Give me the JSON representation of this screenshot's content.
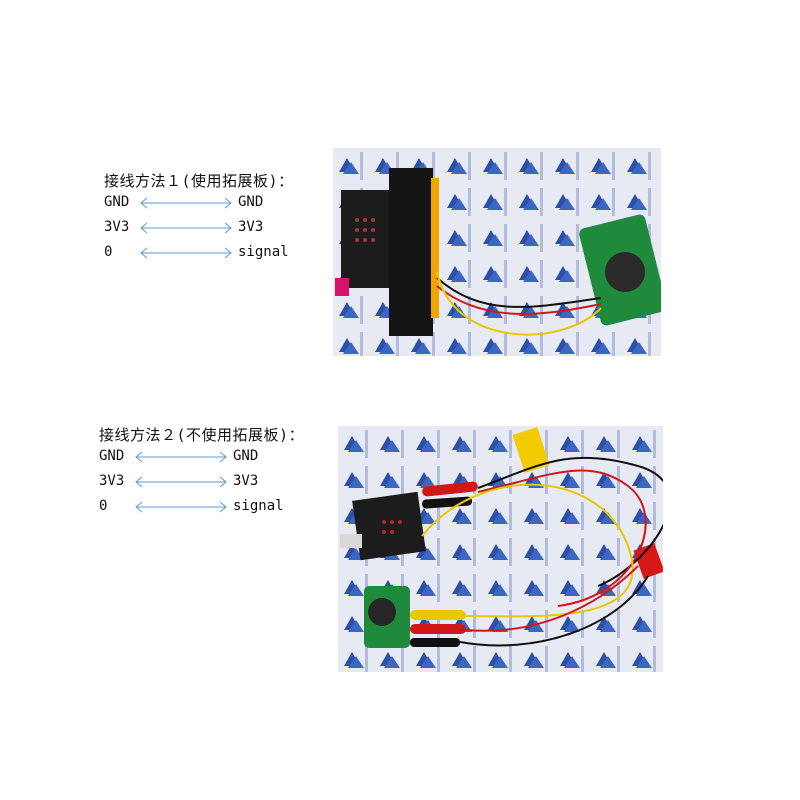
{
  "method1": {
    "heading": "接线方法１(使用拓展板)：",
    "rows": [
      {
        "left": "GND",
        "right": "GND"
      },
      {
        "left": "3V3",
        "right": "3V3"
      },
      {
        "left": "0",
        "right": "signal"
      }
    ]
  },
  "method2": {
    "heading": "接线方法２(不使用拓展板)：",
    "rows": [
      {
        "left": "GND",
        "right": "GND"
      },
      {
        "left": "3V3",
        "right": "3V3"
      },
      {
        "left": "0",
        "right": "signal"
      }
    ]
  },
  "colors": {
    "arrow": "#5b9bd5",
    "wire_red": "#d01818",
    "wire_black": "#111111",
    "wire_yellow": "#e8c800",
    "board_green": "#1f8a3c",
    "microbit_black": "#1a1a1a"
  }
}
